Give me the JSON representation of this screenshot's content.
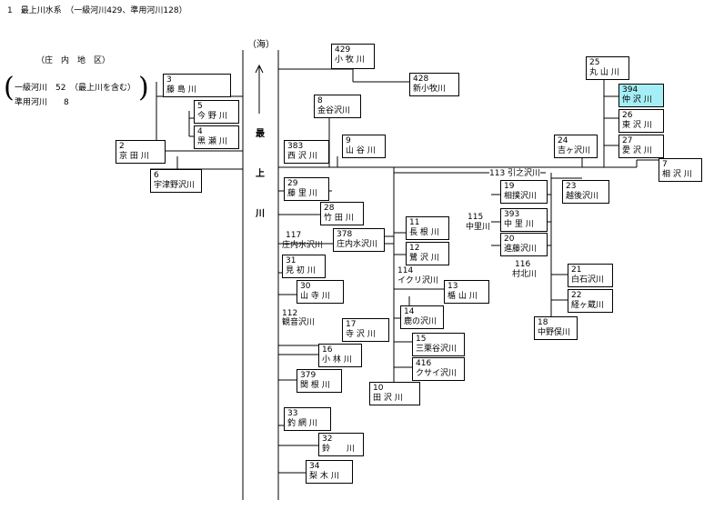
{
  "title": "1　最上川水系　（一級河川429、準用河川128）",
  "legend": {
    "area": "（庄　内　地　区）",
    "class1": "一級河川　52　（最上川を含む）",
    "class2": "準用河川　　8"
  },
  "sea": "（海）",
  "main_river": [
    "最",
    "上",
    "川"
  ],
  "rivers": [
    {
      "id": "r3",
      "num": "3",
      "name": "藤 島 川"
    },
    {
      "id": "r5",
      "num": "5",
      "name": "今 野 川"
    },
    {
      "id": "r4",
      "num": "4",
      "name": "黒 瀬 川"
    },
    {
      "id": "r2",
      "num": "2",
      "name": "京 田 川"
    },
    {
      "id": "r6",
      "num": "6",
      "name": "宇津野沢川"
    },
    {
      "id": "r429",
      "num": "429",
      "name": "小 牧 川"
    },
    {
      "id": "r428",
      "num": "428",
      "name": "新小牧川"
    },
    {
      "id": "r8",
      "num": "8",
      "name": "金谷沢川"
    },
    {
      "id": "r383",
      "num": "383",
      "name": "西 沢 川"
    },
    {
      "id": "r9",
      "num": "9",
      "name": "山 谷 川"
    },
    {
      "id": "r25",
      "num": "25",
      "name": "丸 山 川"
    },
    {
      "id": "r394",
      "num": "394",
      "name": "仲 沢 川"
    },
    {
      "id": "r26",
      "num": "26",
      "name": "東 沢 川"
    },
    {
      "id": "r27",
      "num": "27",
      "name": "愛 沢 川"
    },
    {
      "id": "r24",
      "num": "24",
      "name": "吉ヶ沢川"
    },
    {
      "id": "r7",
      "num": "7",
      "name": "相 沢 川"
    },
    {
      "id": "r23",
      "num": "23",
      "name": "越後沢川"
    },
    {
      "id": "r19",
      "num": "19",
      "name": "相撲沢川"
    },
    {
      "id": "r393",
      "num": "393",
      "name": "中 里 川"
    },
    {
      "id": "r20",
      "num": "20",
      "name": "進藤沢川"
    },
    {
      "id": "r21",
      "num": "21",
      "name": "白石沢川"
    },
    {
      "id": "r22",
      "num": "22",
      "name": "経ヶ蔵川"
    },
    {
      "id": "r18",
      "num": "18",
      "name": "中野俣川"
    },
    {
      "id": "r29",
      "num": "29",
      "name": "藤 里 川"
    },
    {
      "id": "r28",
      "num": "28",
      "name": "竹 田 川"
    },
    {
      "id": "r378",
      "num": "378",
      "name": "庄内水沢川"
    },
    {
      "id": "r11",
      "num": "11",
      "name": "長 根 川"
    },
    {
      "id": "r12",
      "num": "12",
      "name": "鷺 沢 川"
    },
    {
      "id": "r31",
      "num": "31",
      "name": "見 初 川"
    },
    {
      "id": "r30",
      "num": "30",
      "name": "山 寺 川"
    },
    {
      "id": "r13",
      "num": "13",
      "name": "楯 山 川"
    },
    {
      "id": "r14",
      "num": "14",
      "name": "鹿の沢川"
    },
    {
      "id": "r17",
      "num": "17",
      "name": "寺 沢 川"
    },
    {
      "id": "r16",
      "num": "16",
      "name": "小 林 川"
    },
    {
      "id": "r15",
      "num": "15",
      "name": "三栗谷沢川"
    },
    {
      "id": "r416",
      "num": "416",
      "name": "クサイ沢川"
    },
    {
      "id": "r379",
      "num": "379",
      "name": "関 根 川"
    },
    {
      "id": "r10",
      "num": "10",
      "name": "田 沢 川"
    },
    {
      "id": "r33",
      "num": "33",
      "name": "釣 網 川"
    },
    {
      "id": "r32",
      "num": "32",
      "name": "鈴　　川"
    },
    {
      "id": "r34",
      "num": "34",
      "name": "梨 木 川"
    }
  ],
  "labels": {
    "l113": "113 引之沢川",
    "l115a": "115",
    "l115b": "中里川",
    "l116a": "116",
    "l116b": "村北川",
    "l117a": "117",
    "l117b": "庄内水沢川",
    "l114": "114",
    "l114b": "イクリ沢川",
    "l112a": "112",
    "l112b": "観音沢川"
  }
}
